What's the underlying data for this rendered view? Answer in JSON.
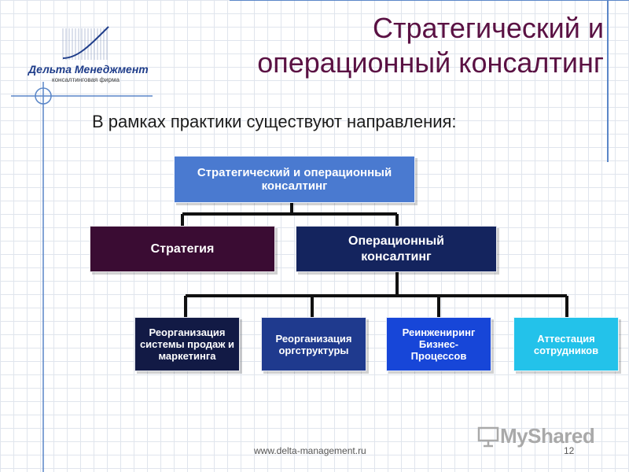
{
  "company": {
    "name": "Дельта Менеджмент",
    "tagline": "консалтинговая фирма"
  },
  "slide": {
    "title_line1": "Стратегический и",
    "title_line2": "операционный консалтинг",
    "subtitle": "В рамках практики существуют направления:"
  },
  "diagram": {
    "root": {
      "label": "Стратегический и операционный консалтинг",
      "color": "#4a7ad0"
    },
    "level2": [
      {
        "label": "Стратегия",
        "color": "#3a0c33"
      },
      {
        "label": "Операционный консалтинг",
        "color": "#14245e"
      }
    ],
    "level3": [
      {
        "label": "Реорганизация системы продаж и маркетинга",
        "color": "#121a45"
      },
      {
        "label": "Реорганизация оргструктуры",
        "color": "#1f3a8e"
      },
      {
        "label": "Реинжениринг Бизнес-Процессов",
        "color": "#1746d8"
      },
      {
        "label": "Аттестация сотрудников",
        "color": "#23c2ea"
      }
    ]
  },
  "footer": {
    "url": "www.delta-management.ru",
    "page": "12"
  },
  "watermark": {
    "text": "MyShared"
  },
  "colors": {
    "title": "#5a1143",
    "connector": "#111111",
    "accent_line": "#5a86c8"
  }
}
